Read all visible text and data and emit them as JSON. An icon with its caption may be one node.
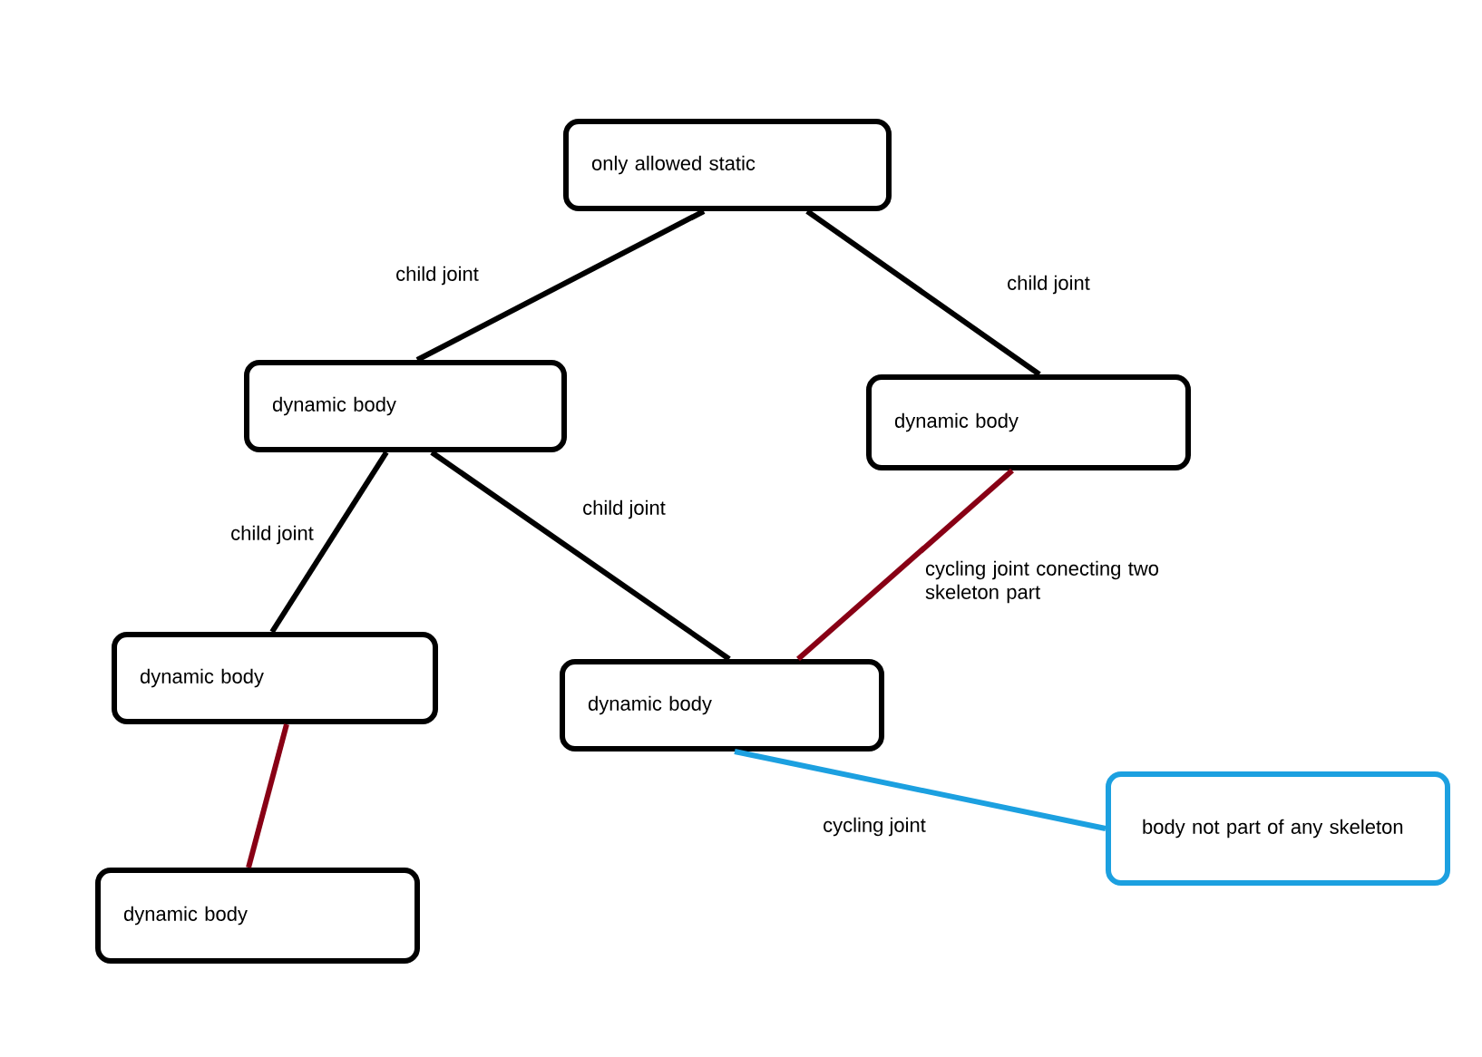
{
  "diagram": {
    "nodes": [
      {
        "text": [
          "only allowed static"
        ]
      },
      {
        "text": [
          "dynamic body"
        ]
      },
      {
        "text": [
          "dynamic body"
        ]
      },
      {
        "text": [
          "dynamic body"
        ]
      },
      {
        "text": [
          "dynamic body"
        ]
      },
      {
        "text": [
          "dynamic body"
        ]
      },
      {
        "text": [
          "body not part of any skeleton"
        ]
      }
    ],
    "edges": [
      {
        "from": 0,
        "to": 1,
        "arrow": "none",
        "label": "child joint"
      },
      {
        "from": 0,
        "to": 2,
        "arrow": "none",
        "label": "child joint"
      },
      {
        "from": 1,
        "to": 3,
        "arrow": "none",
        "label": "child joint"
      },
      {
        "from": 1,
        "to": 4,
        "arrow": "none",
        "label": "child joint"
      },
      {
        "from": 2,
        "to": 4,
        "arrow": "none",
        "label": "cycling joint conecting two skeleton part",
        "color": "#880015"
      },
      {
        "from": 3,
        "to": 5,
        "arrow": "none",
        "color": "#880015"
      },
      {
        "from": 4,
        "to": 6,
        "arrow": "none",
        "label": "cycling joint",
        "color": "#1ca0e0"
      }
    ]
  }
}
